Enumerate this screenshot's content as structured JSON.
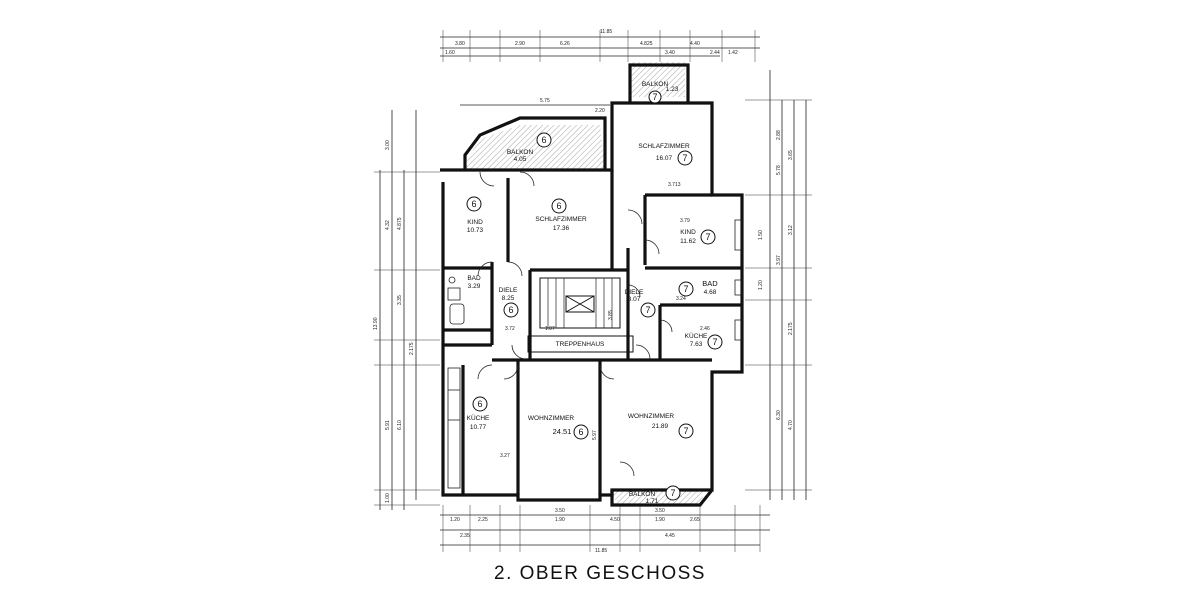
{
  "title": "2. OBER GESCHOSS",
  "rooms": [
    {
      "name": "BALKON",
      "area": "4.05",
      "unit": "6"
    },
    {
      "name": "BALKON",
      "area": "1.23",
      "unit": "7"
    },
    {
      "name": "SCHLAFZIMMER",
      "area": "16.07",
      "unit": "7"
    },
    {
      "name": "KIND",
      "area": "10.73",
      "unit": "6"
    },
    {
      "name": "SCHLAFZIMMER",
      "area": "17.36",
      "unit": "6"
    },
    {
      "name": "KIND",
      "area": "11.62",
      "unit": "7"
    },
    {
      "name": "BAD",
      "area": "3.29",
      "unit": ""
    },
    {
      "name": "DIELE",
      "area": "8.25",
      "unit": "6"
    },
    {
      "name": "DIELE",
      "area": "8.07",
      "unit": "7"
    },
    {
      "name": "BAD",
      "area": "4.68",
      "unit": "7"
    },
    {
      "name": "KÜCHE",
      "area": "7.63",
      "unit": "7"
    },
    {
      "name": "TREPPENHAUS",
      "area": "",
      "unit": ""
    },
    {
      "name": "KÜCHE",
      "area": "10.77",
      "unit": "6"
    },
    {
      "name": "WOHNZIMMER",
      "area": "24.51",
      "unit": "6"
    },
    {
      "name": "WOHNZIMMER",
      "area": "21.89",
      "unit": "7"
    },
    {
      "name": "BALKON",
      "area": "1.71",
      "unit": "7"
    }
  ],
  "dimensions": {
    "top": [
      "11.85",
      "3.80",
      "2.90",
      "6.26",
      "4.825",
      "1.60",
      "3.40",
      "2.44",
      "4.40",
      "1.42",
      "5.75",
      "2.20",
      "3.713"
    ],
    "bottom": [
      "2.25",
      "3.50",
      "1.90",
      "4.50",
      "3.50",
      "1.90",
      "2.65",
      "1.20",
      "2.35",
      "4.45",
      "11.85"
    ],
    "left": [
      "3.00",
      "4.32",
      "4.875",
      "3.35",
      "2.175",
      "5.91",
      "6.10",
      "1.00",
      "13.90"
    ],
    "right": [
      "2.88",
      "3.65",
      "5.78",
      "3.12",
      "3.97",
      "2.175",
      "4.70",
      "1.20",
      "1.50",
      "6.30"
    ],
    "inner": [
      "3.79",
      "3.24",
      "2.46",
      "1.07",
      "3.72",
      "5.97",
      "3.27",
      "3.85"
    ]
  }
}
